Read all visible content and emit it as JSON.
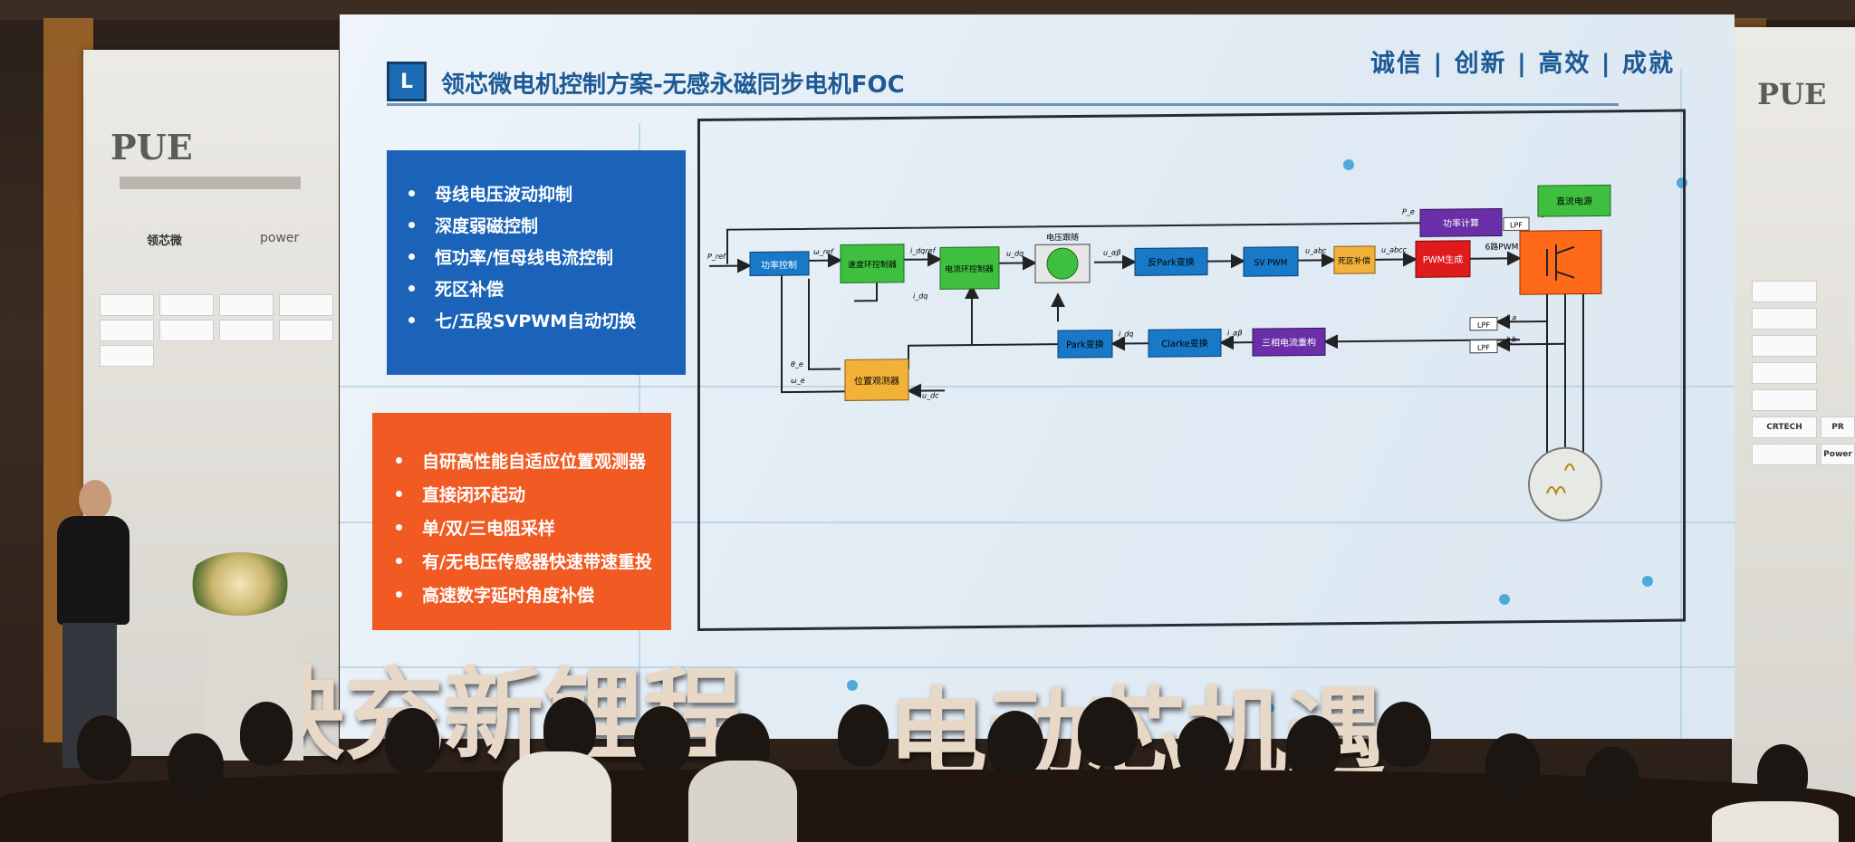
{
  "slide": {
    "title": "领芯微电机控制方案-无感永磁同步电机FOC",
    "slogan": "诚信 | 创新 | 高效 | 成就",
    "features_blue": [
      "母线电压波动抑制",
      "深度弱磁控制",
      "恒功率/恒母线电流控制",
      "死区补偿",
      "七/五段SVPWM自动切换"
    ],
    "features_orange": [
      "自研高性能自适应位置观测器",
      "直接闭环起动",
      "单/双/三电阻采样",
      "有/无电压传感器快速带速重投",
      "高速数字延时角度补偿"
    ]
  },
  "diagram": {
    "blocks": {
      "power_control": "功率控制",
      "speed_loop": "速度环控制器",
      "current_loop": "电流环控制器",
      "voltage_tracking": "电压跟随",
      "inv_park": "反Park变换",
      "sv_pwm": "SV PWM",
      "dead_time": "死区补偿",
      "pwm_gen": "PWM生成",
      "pwm_6": "6路PWM",
      "dc_supply": "直流电源",
      "power_calc": "功率计算",
      "lpf": "LPF",
      "park": "Park变换",
      "clarke": "Clarke变换",
      "three_phase": "三相电流重构",
      "observer": "位置观测器"
    },
    "signals": {
      "p_ref": "P_ref",
      "w_ref": "ω_ref",
      "i_dqref": "i_dqref",
      "u_dq": "u_dq",
      "u_ab": "u_αβ",
      "u_abc": "u_abc",
      "u_abc_c": "u_abcc",
      "i_dq": "i_dq",
      "i_ab": "i_αβ",
      "theta": "θ_e",
      "omega": "ω_e",
      "u_dc": "u_dc",
      "p_e": "P_e",
      "i_a": "i_a",
      "i_b": "i_b"
    }
  },
  "stage": {
    "left_text": "快充新锂程",
    "right_text": "电动芯机遇"
  },
  "banners": {
    "left_logo": "PUE",
    "left_sponsors": [
      "power",
      "领芯微"
    ],
    "right_sponsors": [
      "CRTECH",
      "PR",
      "Power"
    ]
  },
  "colors": {
    "slide_blue": "#1a63b8",
    "slide_orange": "#f15a22",
    "title_blue": "#1d5a94",
    "block_blue": "#1779c8",
    "block_green": "#3fbf3f",
    "block_yellow": "#f2b23a",
    "block_red": "#e01b1b",
    "block_purple": "#6a2fa8",
    "block_orange": "#ff6a1a"
  }
}
